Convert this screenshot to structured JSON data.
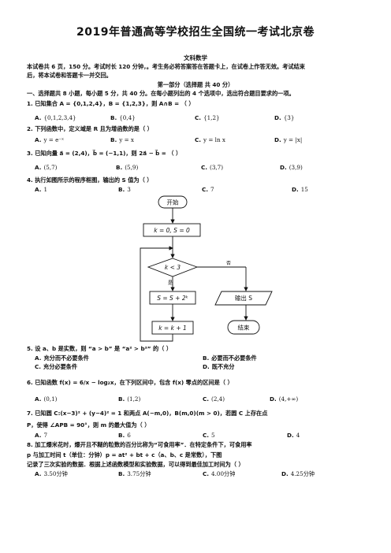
{
  "title": "2019年普通高等学校招生全国统一考试北京卷",
  "subject": "文科数学",
  "instructions": {
    "line1": "本试卷共 6 页，150 分。考试时长 120 分钟，。考生务必将答案答在答题卡上，在试卷上作答无效。考试结束",
    "line2": "后，将本试卷和答题卡一并交回。"
  },
  "part1": {
    "heading": "第一部分（选择题   共 40 分）",
    "intro": "一、选择题共 8 小题，每小题 5 分，共 40 分。在每小题列出的 4 个选项中，选出符合题目要求的一项。"
  },
  "q1": {
    "stem": "1. 已知集合 A = {0,1,2,4}，B = {1,2,3}，则 A∩B = （     ）",
    "options": [
      {
        "label": "A.",
        "value": "{0,1,2,3,4}"
      },
      {
        "label": "B.",
        "value": "{0,4}"
      },
      {
        "label": "C.",
        "value": "{1,2}"
      },
      {
        "label": "D.",
        "value": "{3}"
      }
    ]
  },
  "q2": {
    "stem": "2. 下列函数中，定义域是 R 且为增函数的是（     ）",
    "options": [
      {
        "label": "A.",
        "value": "y = e⁻ˣ"
      },
      {
        "label": "B.",
        "value": "y = x"
      },
      {
        "label": "C.",
        "value": "y = ln x"
      },
      {
        "label": "D.",
        "value": "y = |x|"
      }
    ]
  },
  "q3": {
    "stem": "3. 已知向量 a⃗ = (2,4)，b⃗ = (−1,1)，则 2a⃗ − b⃗ = （     ）",
    "options": [
      {
        "label": "A.",
        "value": "(5,7)"
      },
      {
        "label": "B.",
        "value": "(5,9)"
      },
      {
        "label": "C.",
        "value": "(3,7)"
      },
      {
        "label": "D.",
        "value": "(3,9)"
      }
    ]
  },
  "q4": {
    "stem": "4. 执行如图所示的程序框图，输出的 S 值为（     ）",
    "options": [
      {
        "label": "A.",
        "value": "1"
      },
      {
        "label": "B.",
        "value": "3"
      },
      {
        "label": "C.",
        "value": "7"
      },
      {
        "label": "D.",
        "value": "15"
      }
    ]
  },
  "flowchart": {
    "start": "开始",
    "init": "k = 0, S = 0",
    "condition": "k < 3",
    "yes": "是",
    "no": "否",
    "update_s": "S = S + 2ᵏ",
    "update_k": "k = k + 1",
    "output": "输出 S",
    "end": "结束"
  },
  "q5": {
    "stem": "5. 设 a、b 是实数，则 “a > b” 是 “a² > b²” 的（     ）",
    "options": [
      {
        "label": "A.",
        "value": "充分而不必要条件"
      },
      {
        "label": "B.",
        "value": "必要而不必要条件"
      },
      {
        "label": "C.",
        "value": "充分必要条件"
      },
      {
        "label": "D.",
        "value": "既不充分"
      }
    ]
  },
  "q6": {
    "stem": "6. 已知函数 f(x) = 6/x − log₂x，在下列区间中，包含 f(x) 零点的区间是（     ）",
    "options": [
      {
        "label": "A.",
        "value": "(0,1)"
      },
      {
        "label": "B.",
        "value": "(1,2)"
      },
      {
        "label": "C.",
        "value": "(2,4)"
      },
      {
        "label": "D.",
        "value": "(4,+∞)"
      }
    ]
  },
  "q7": {
    "stem1": "7. 已知圆 C:(x−3)² + (y−4)² = 1 和两点 A(−m,0)，B(m,0)(m > 0)，若圆 C 上存在点",
    "stem2": "P，使得 ∠APB = 90°，则 m 的最大值为（     ）",
    "options": [
      {
        "label": "A.",
        "value": "7"
      },
      {
        "label": "B.",
        "value": "6"
      },
      {
        "label": "C.",
        "value": "5"
      },
      {
        "label": "D.",
        "value": "4"
      }
    ]
  },
  "q8": {
    "stem1": "8. 加工爆米花时，爆开且不糊的粒数的百分比称为“可食用率”．在特定条件下，可食用率",
    "stem2": "p 与加工时间 t（单位：分钟）p = at² + bt + c（a、b、c 是常数），下图",
    "stem3": "记录了三次实验的数据．根据上述函数模型和实验数据，可以得到最佳加工时间为（     ）",
    "options": [
      {
        "label": "A.",
        "value": "3.50分钟"
      },
      {
        "label": "B.",
        "value": "3.75分钟"
      },
      {
        "label": "C.",
        "value": "4.00分钟"
      },
      {
        "label": "D.",
        "value": "4.25分钟"
      }
    ]
  }
}
